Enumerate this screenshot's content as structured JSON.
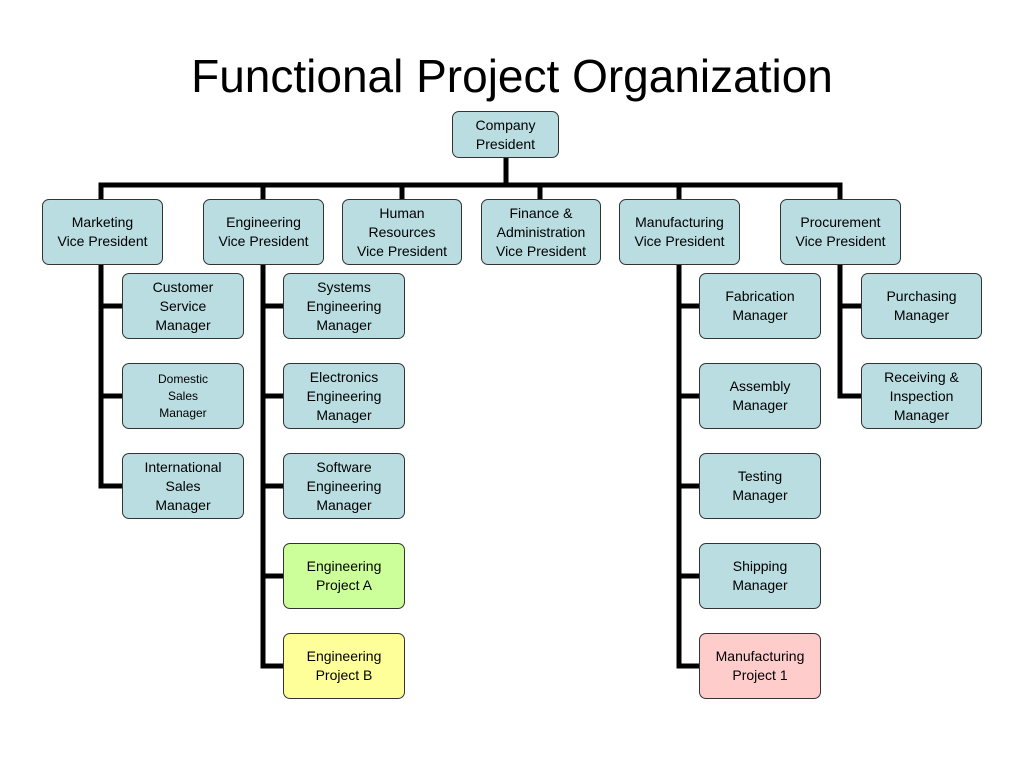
{
  "title": "Functional Project Organization",
  "colors": {
    "default": "#b9dde1",
    "project_green": "#ccff99",
    "project_yellow": "#ffff99",
    "project_pink": "#ffcccc",
    "line": "#000000"
  },
  "nodes": {
    "president": "Company\nPresident",
    "marketing_vp": "Marketing\nVice President",
    "engineering_vp": "Engineering\nVice President",
    "hr_vp": "Human\nResources\nVice President",
    "finance_vp": "Finance &\nAdministration\nVice President",
    "manufacturing_vp": "Manufacturing\nVice President",
    "procurement_vp": "Procurement\nVice President",
    "customer_service": "Customer\nService\nManager",
    "domestic_sales": "Domestic\nSales\nManager",
    "international_sales": "International\nSales\nManager",
    "systems_eng": "Systems\nEngineering\nManager",
    "electronics_eng": "Electronics\nEngineering\nManager",
    "software_eng": "Software\nEngineering\nManager",
    "eng_project_a": "Engineering\nProject A",
    "eng_project_b": "Engineering\nProject B",
    "fabrication": "Fabrication\nManager",
    "assembly": "Assembly\nManager",
    "testing": "Testing\nManager",
    "shipping": "Shipping\nManager",
    "manufacturing_project": "Manufacturing\nProject 1",
    "purchasing": "Purchasing\nManager",
    "receiving": "Receiving &\nInspection\nManager"
  }
}
